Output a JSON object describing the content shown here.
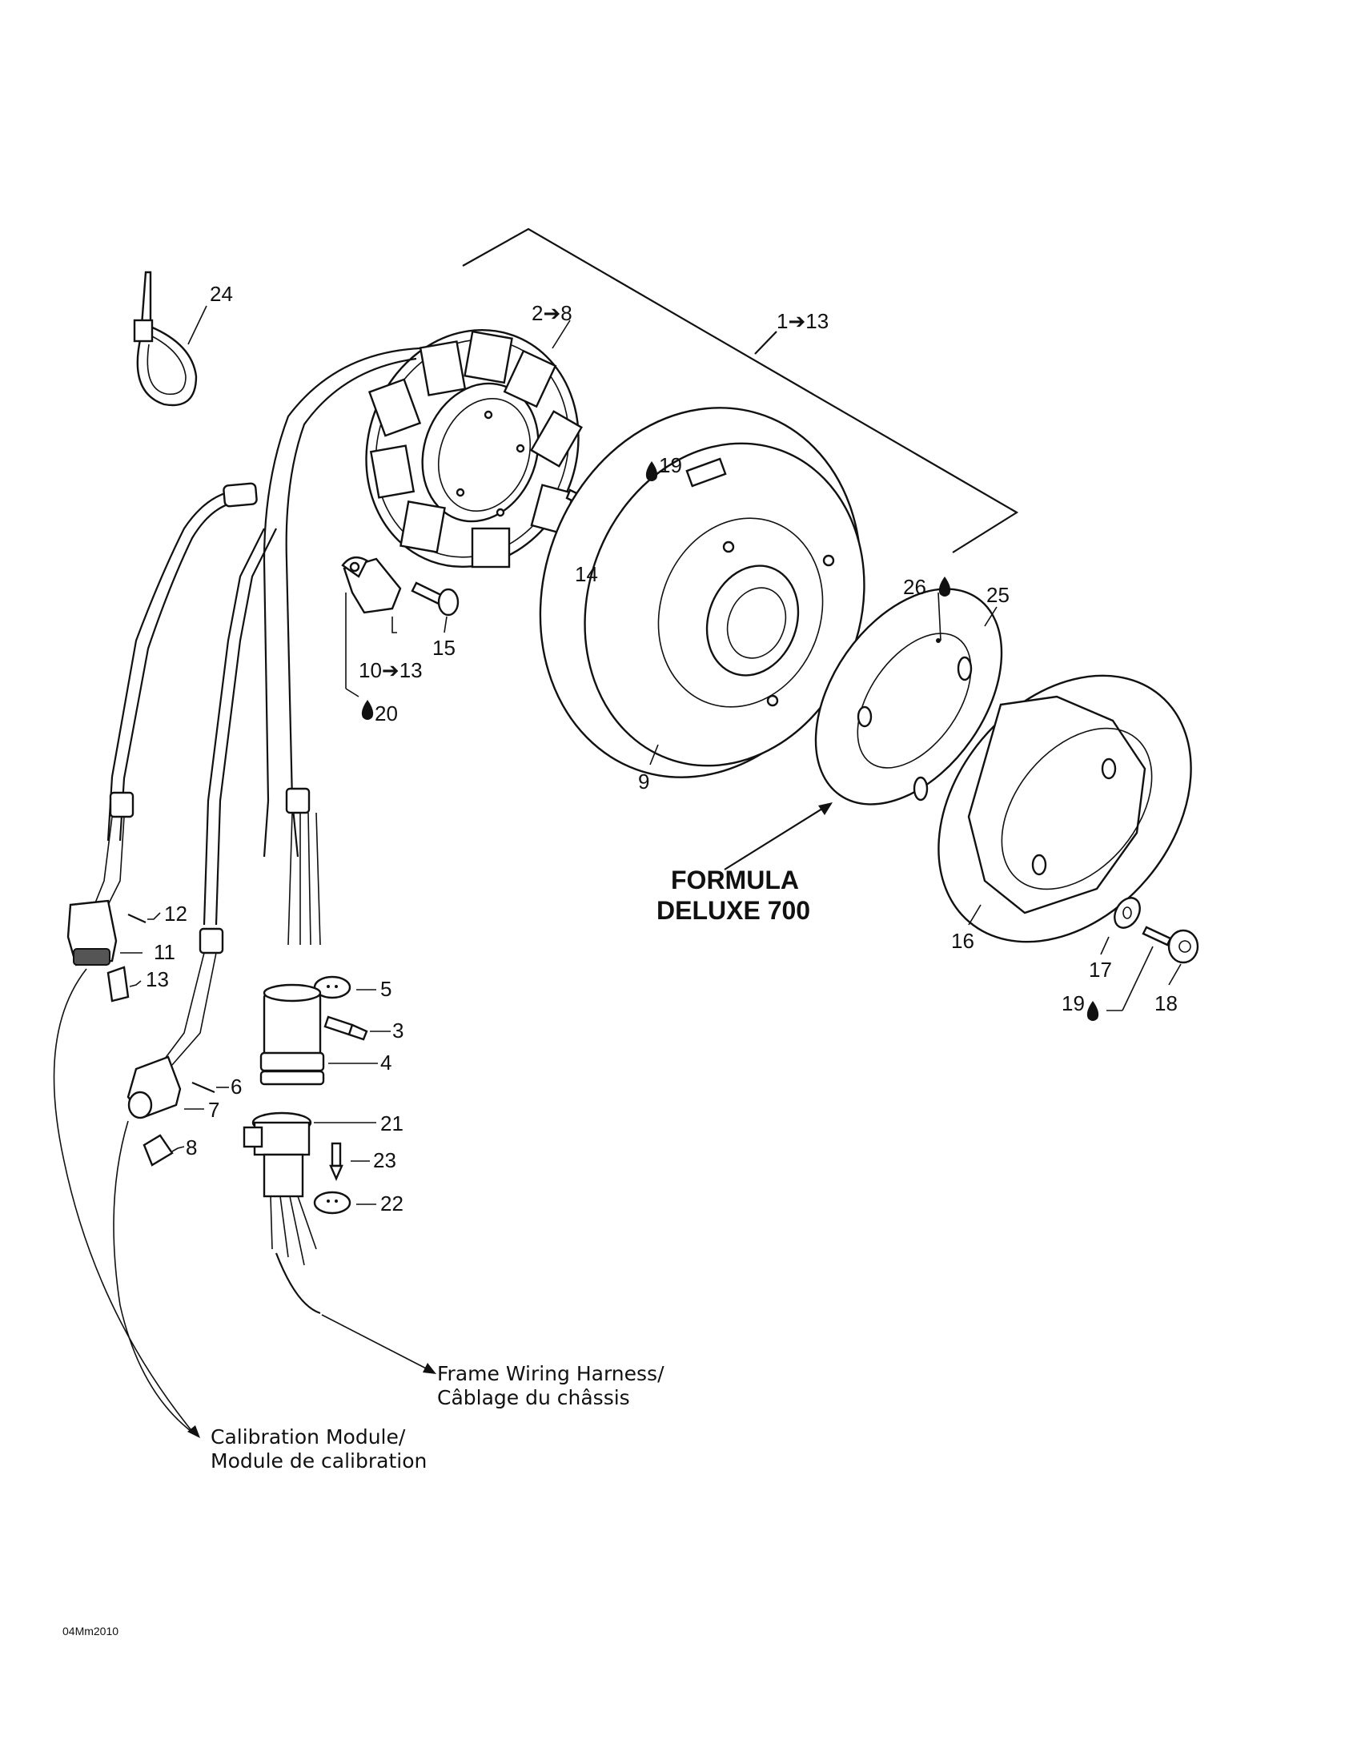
{
  "callouts": {
    "c24": "24",
    "c2_8": "2➔8",
    "c1_13": "1➔13",
    "c19a": "19",
    "c14": "14",
    "c15": "15",
    "c10_13": "10➔13",
    "c20": "20",
    "c26": "26",
    "c25": "25",
    "c9": "9",
    "c12": "12",
    "c11": "11",
    "c13": "13",
    "c5": "5",
    "c3": "3",
    "c4": "4",
    "c6": "6",
    "c7": "7",
    "c8": "8",
    "c21": "21",
    "c23": "23",
    "c22": "22",
    "c16": "16",
    "c17": "17",
    "c18": "18",
    "c19b": "19"
  },
  "model_label": {
    "line1": "FORMULA",
    "line2": "DELUXE 700"
  },
  "notes": {
    "frame_line1": "Frame Wiring Harness/",
    "frame_line2": "Câblage du châssis",
    "calib_line1": "Calibration Module/",
    "calib_line2": "Module de calibration"
  },
  "drawing_code": "04Mm2010",
  "icons": [
    "drop-icon"
  ]
}
